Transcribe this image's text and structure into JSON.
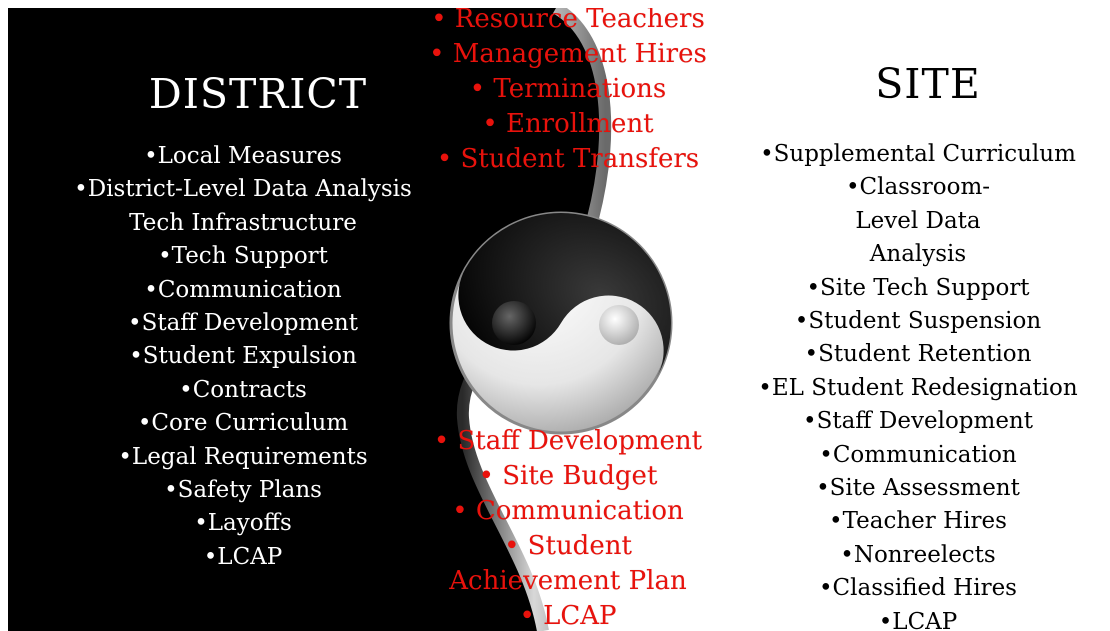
{
  "district": {
    "title": "DISTRICT",
    "items": [
      "•Local Measures",
      "•District-Level Data Analysis",
      "Tech Infrastructure",
      "•Tech Support",
      "•Communication",
      "•Staff Development",
      "•Student Expulsion",
      "•Contracts",
      "•Core Curriculum",
      "•Legal Requirements",
      "•Safety Plans",
      "•Layoffs",
      "•LCAP"
    ]
  },
  "site": {
    "title": "SITE",
    "items": [
      "•Supplemental Curriculum",
      "•Classroom-Level Data Analysis",
      "•Site Tech Support",
      "•Student Suspension",
      "•Student Retention",
      "•EL Student Redesignation",
      "•Staff Development",
      "•Communication",
      "•Site Assessment",
      "•Teacher Hires",
      "•Nonreelects",
      "•Classified Hires",
      "•LCAP"
    ]
  },
  "shared_top": {
    "items": [
      "• Resource Teachers",
      "• Management Hires",
      "• Terminations",
      "• Enrollment",
      "• Student Transfers"
    ]
  },
  "shared_bottom": {
    "items": [
      "• Staff Development",
      "• Site Budget",
      "• Communication",
      "• Student Achievement Plan",
      "• LCAP"
    ]
  },
  "colors": {
    "district_bg": "#000000",
    "site_bg": "#ffffff",
    "shared_text": "#e8120c"
  },
  "icons": {
    "center": "yin-yang-icon"
  }
}
